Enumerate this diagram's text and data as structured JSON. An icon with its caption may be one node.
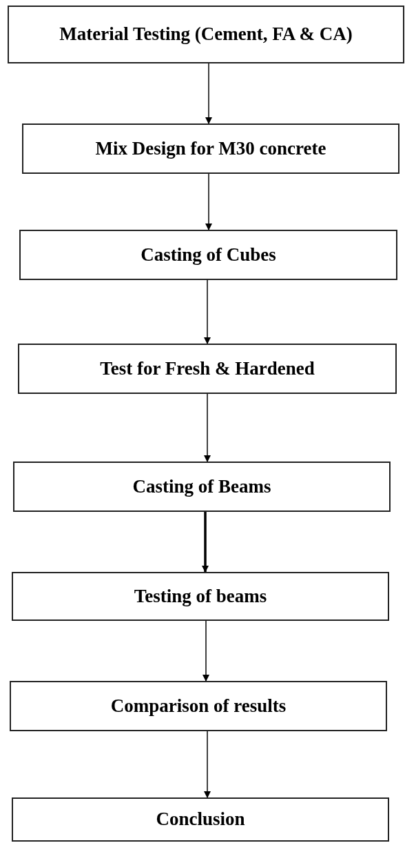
{
  "diagram": {
    "nodes": [
      {
        "text": [
          "Material Testing (Cement, FA & CA)"
        ]
      },
      {
        "text": [
          "Mix Design for M30 concrete"
        ]
      },
      {
        "text": [
          "Casting of Cubes"
        ]
      },
      {
        "text": [
          "Test for Fresh & Hardened"
        ]
      },
      {
        "text": [
          "Casting of Beams"
        ]
      },
      {
        "text": [
          "Testing of beams"
        ]
      },
      {
        "text": [
          "Comparison of results"
        ]
      },
      {
        "text": [
          "Conclusion"
        ]
      }
    ],
    "edges": [
      {
        "from": 0,
        "to": 1,
        "arrow": "to"
      },
      {
        "from": 1,
        "to": 2,
        "arrow": "to"
      },
      {
        "from": 2,
        "to": 3,
        "arrow": "to"
      },
      {
        "from": 3,
        "to": 4,
        "arrow": "to"
      },
      {
        "from": 4,
        "to": 5,
        "arrow": "to",
        "style": "thick"
      },
      {
        "from": 5,
        "to": 6,
        "arrow": "to"
      },
      {
        "from": 6,
        "to": 7,
        "arrow": "to"
      }
    ]
  }
}
